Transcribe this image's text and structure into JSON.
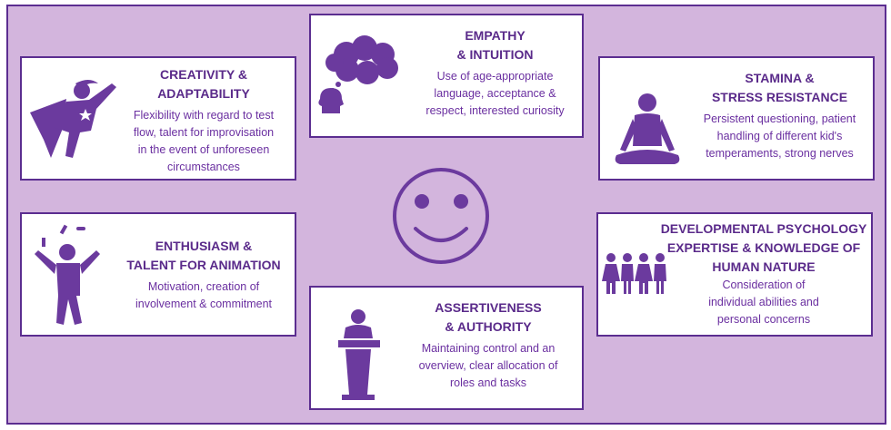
{
  "colors": {
    "background": "#d3b5dd",
    "border": "#5b2d90",
    "icon": "#6b3a9e",
    "text": "#6a2fa0"
  },
  "cards": [
    {
      "title": [
        "CREATIVITY &",
        "ADAPTABILITY"
      ],
      "desc": [
        "Flexibility with regard to test",
        "flow, talent for improvisation",
        "in the event of unforeseen",
        "circumstances"
      ],
      "icon": "superhero-icon"
    },
    {
      "title": [
        "EMPATHY",
        "& INTUITION"
      ],
      "desc": [
        "Use of age-appropriate",
        "language, acceptance &",
        "respect, interested curiosity"
      ],
      "icon": "thought-bubble-head-icon"
    },
    {
      "title": [
        "STAMINA &",
        "STRESS RESISTANCE"
      ],
      "desc": [
        "Persistent questioning, patient",
        "handling of different kid's",
        "temperaments, strong nerves"
      ],
      "icon": "meditation-icon"
    },
    {
      "title": [
        "ENTHUSIASM &",
        "TALENT FOR ANIMATION"
      ],
      "desc": [
        "Motivation, creation of",
        "involvement & commitment"
      ],
      "icon": "juggler-icon"
    },
    {
      "title": [
        "ASSERTIVENESS",
        "& AUTHORITY"
      ],
      "desc": [
        "Maintaining control and an",
        "overview, clear allocation of",
        "roles and tasks"
      ],
      "icon": "speaker-podium-icon"
    },
    {
      "title": [
        "DEVELOPMENTAL PSYCHOLOGY",
        "EXPERTISE & KNOWLEDGE OF",
        "HUMAN NATURE"
      ],
      "desc": [
        "Consideration of",
        "individual abilities and",
        "personal concerns"
      ],
      "icon": "children-group-icon"
    }
  ],
  "center_icon": "smiley-face-icon"
}
